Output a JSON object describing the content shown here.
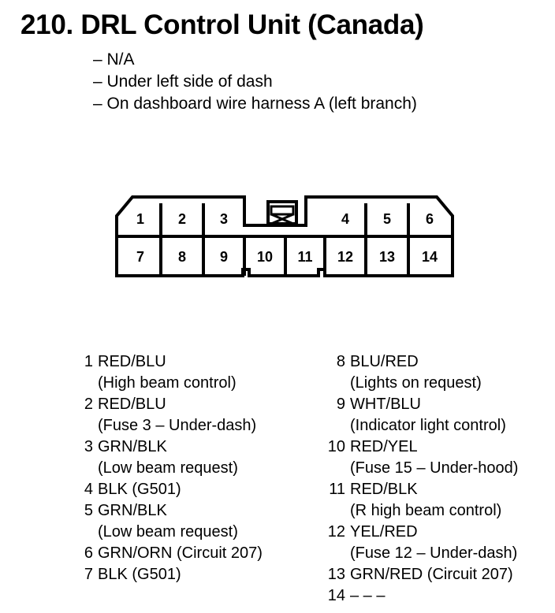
{
  "title": "210. DRL Control Unit (Canada)",
  "info": [
    "– N/A",
    "– Under left side of dash",
    "– On dashboard wire harness A (left branch)"
  ],
  "connector": {
    "top_row": [
      "1",
      "2",
      "3",
      "4",
      "5",
      "6"
    ],
    "bottom_row": [
      "7",
      "8",
      "9",
      "10",
      "11",
      "12",
      "13",
      "14"
    ]
  },
  "pins_left": [
    {
      "num": "1",
      "wire": "RED/BLU",
      "desc": "(High beam control)"
    },
    {
      "num": "2",
      "wire": "RED/BLU",
      "desc": "(Fuse 3 – Under-dash)"
    },
    {
      "num": "3",
      "wire": "GRN/BLK",
      "desc": "(Low beam request)"
    },
    {
      "num": "4",
      "wire": "BLK (G501)",
      "desc": ""
    },
    {
      "num": "5",
      "wire": "GRN/BLK",
      "desc": "(Low beam request)"
    },
    {
      "num": "6",
      "wire": "GRN/ORN (Circuit 207)",
      "desc": ""
    },
    {
      "num": "7",
      "wire": "BLK (G501)",
      "desc": ""
    }
  ],
  "pins_right": [
    {
      "num": "8",
      "wire": "BLU/RED",
      "desc": "(Lights on request)"
    },
    {
      "num": "9",
      "wire": "WHT/BLU",
      "desc": "(Indicator light control)"
    },
    {
      "num": "10",
      "wire": "RED/YEL",
      "desc": "(Fuse 15 – Under-hood)"
    },
    {
      "num": "11",
      "wire": "RED/BLK",
      "desc": "(R high beam control)"
    },
    {
      "num": "12",
      "wire": "YEL/RED",
      "desc": "(Fuse 12 – Under-dash)"
    },
    {
      "num": "13",
      "wire": "GRN/RED (Circuit 207)",
      "desc": ""
    },
    {
      "num": "14",
      "wire": "– – –",
      "desc": ""
    }
  ]
}
